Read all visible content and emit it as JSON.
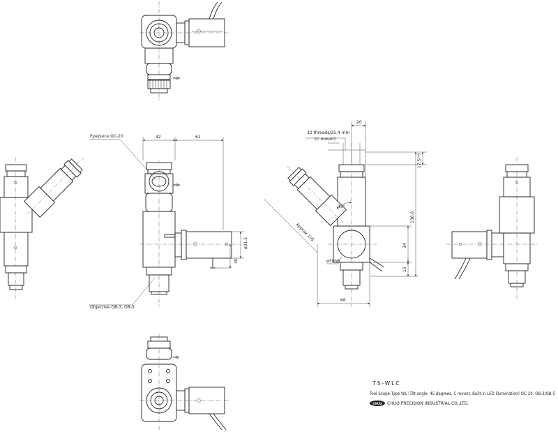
{
  "labels": {
    "eyepiece": "Eyepiece OC-20",
    "objective": "Objective OB-3, OB-5",
    "threads_line1": "32 threads/25.4 mm",
    "threads_line2": "(C mount)",
    "approx": "Approx 105",
    "angle": "45°",
    "bore": "ø30h8"
  },
  "dimensions": {
    "d42": "42",
    "d61": "61",
    "d20": "20",
    "d17_5": "17.5(*)",
    "d138_6": "138.6",
    "d34": "34",
    "d15": "15",
    "d66": "66",
    "d31_5": "ø31.5",
    "d30": "30"
  },
  "title_block": {
    "model": "TS-WLC",
    "description": "Tool Scope Type WL (Tilt angle: 45 degrees, C mount, Built-in LED illumination) OC-20, OB-3/OB-5",
    "company": "CHUO PRECISION INDUSTRIAL CO.,LTD.",
    "logo_text": "CHUO"
  }
}
